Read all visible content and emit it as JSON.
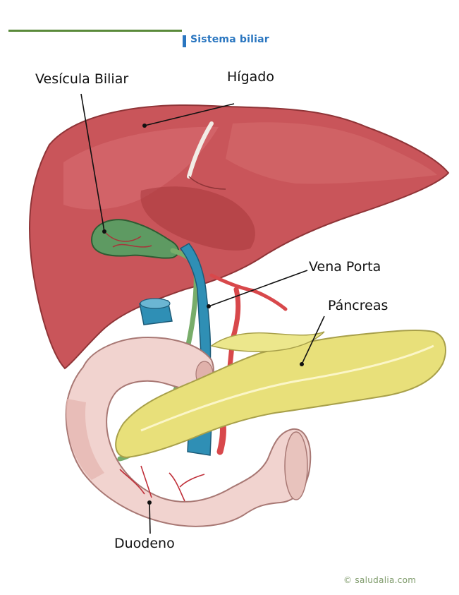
{
  "header": {
    "title": "Sistema biliar"
  },
  "labels": {
    "vesicula_biliar": "Vesícula Biliar",
    "higado": "Hígado",
    "vena_porta": "Vena Porta",
    "pancreas": "Páncreas",
    "duodeno": "Duodeno"
  },
  "credit": "© saludalia.com",
  "colors": {
    "header_bar": "#5a8a3a",
    "header_accent": "#2a76c0",
    "liver": "#c9555a",
    "gallbladder": "#5e9a62",
    "portal_vein": "#2f8fb5",
    "pancreas": "#e8e07a",
    "duodenum": "#f1d3cf"
  }
}
